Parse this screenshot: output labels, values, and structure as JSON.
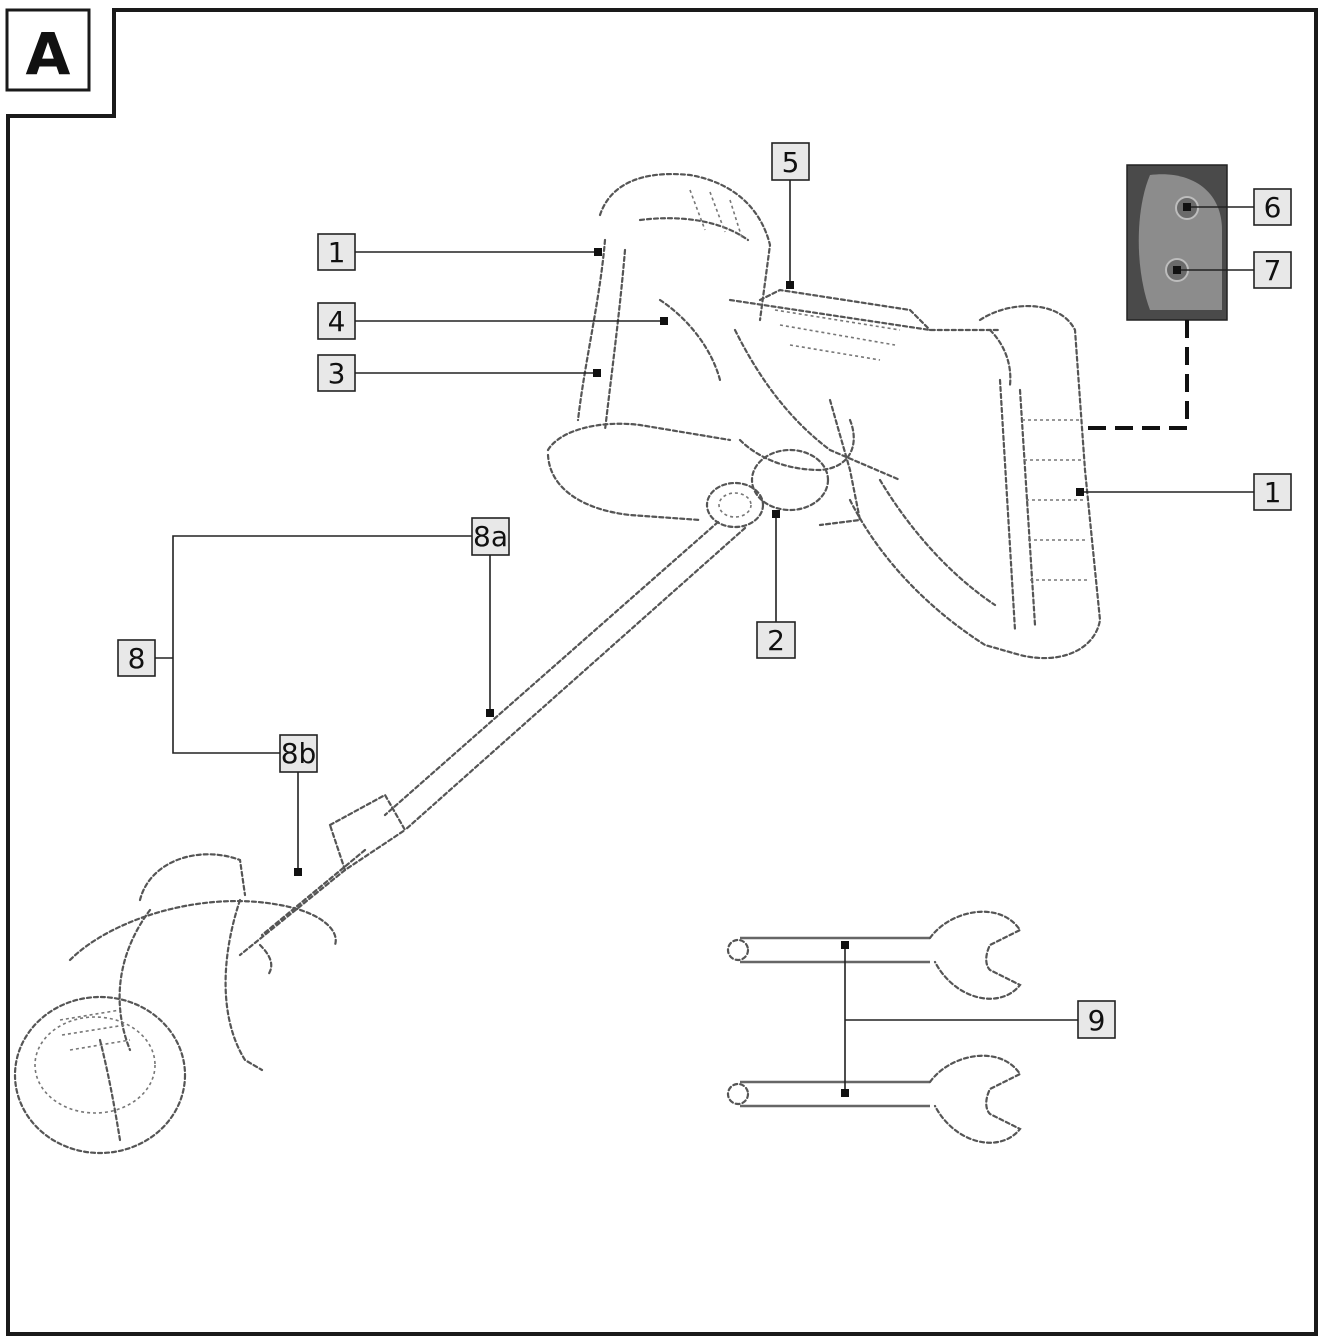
{
  "figure": {
    "letter": "A"
  },
  "labels": {
    "l1a": "1",
    "l4": "4",
    "l3": "3",
    "l5": "5",
    "l6": "6",
    "l7": "7",
    "l1b": "1",
    "l8a": "8a",
    "l8": "8",
    "l8b": "8b",
    "l2": "2",
    "l9": "9"
  }
}
